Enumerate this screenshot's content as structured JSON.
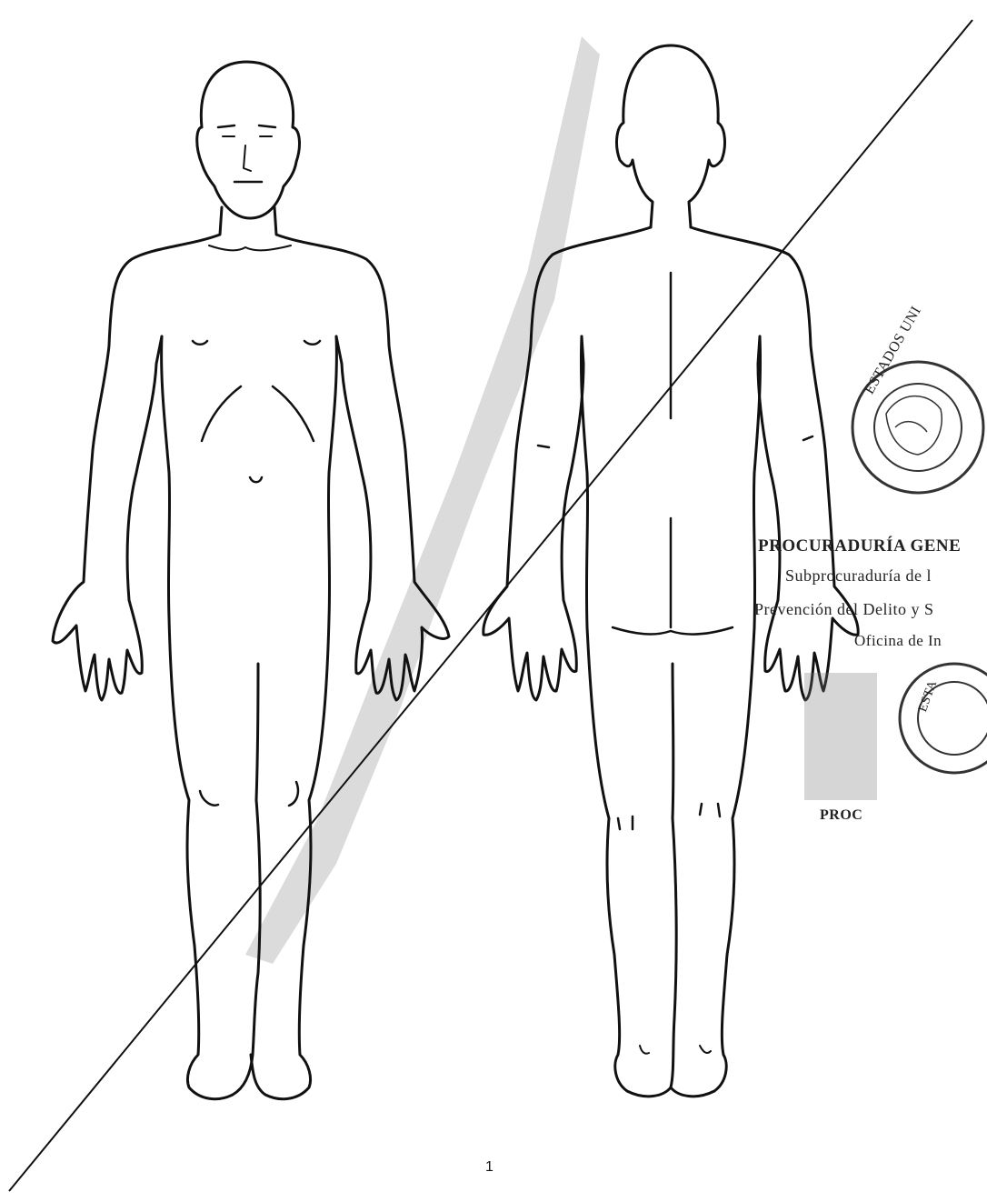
{
  "document": {
    "page_number": "1",
    "stamp_1": {
      "ring_text": "ESTADOS UNI",
      "line_1": "PROCURADURÍA GENE",
      "line_2": "Subprocuraduría de l",
      "line_3": "Prevención del Delito y S",
      "line_4": "Oficina de In"
    },
    "stamp_2": {
      "ring_text": "ESTA",
      "line_1": "PROC"
    },
    "figures": [
      "front-body-diagram",
      "back-body-diagram"
    ],
    "cancel_line": "diagonal-strike-line"
  }
}
